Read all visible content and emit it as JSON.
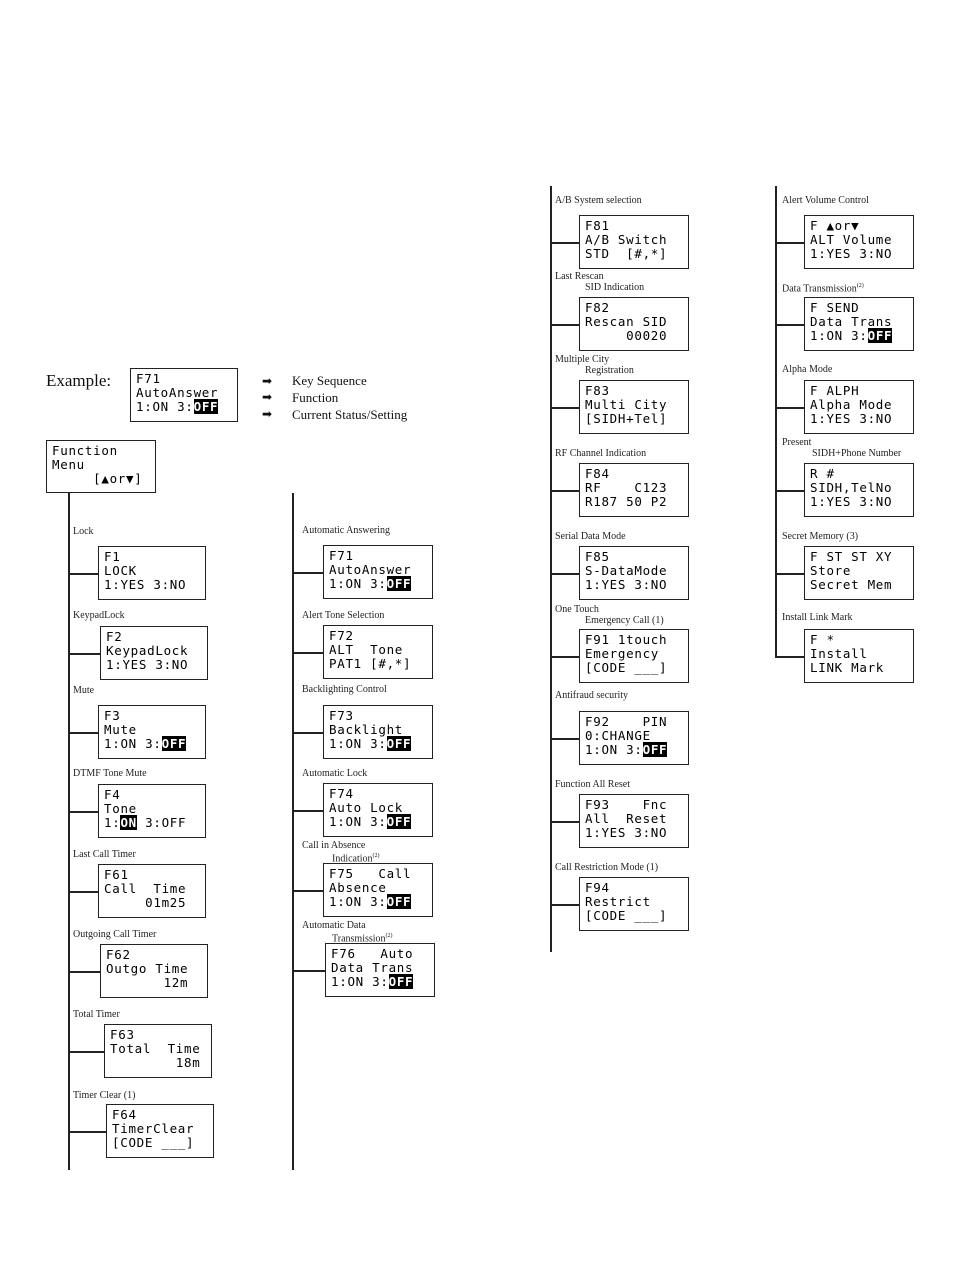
{
  "example": {
    "label": "Example:",
    "display": [
      "F71",
      "AutoAnswer",
      "1:ON 3:"
    ],
    "display_inv": "OFF",
    "legend": [
      "Key Sequence",
      "Function",
      "Current Status/Setting"
    ],
    "arrow": "➡"
  },
  "root": {
    "rows": [
      "Function",
      "Menu",
      "     [▲or▼]"
    ]
  },
  "col1": [
    {
      "label": "Lock",
      "rows": [
        "F1",
        "LOCK",
        "1:YES 3:NO"
      ]
    },
    {
      "label": "KeypadLock",
      "rows": [
        "F2",
        "KeypadLock",
        "1:YES 3:NO"
      ]
    },
    {
      "label": "Mute",
      "rows": [
        "F3",
        "Mute",
        "1:ON 3:"
      ],
      "inv": "OFF"
    },
    {
      "label": "DTMF Tone Mute",
      "rows": [
        "F4",
        "Tone",
        "1:"
      ],
      "inv": "ON",
      "after": " 3:OFF"
    },
    {
      "label": "Last Call Timer",
      "rows": [
        "F61",
        "Call  Time",
        "     01m25"
      ]
    },
    {
      "label": "Outgoing Call Timer",
      "rows": [
        "F62",
        "Outgo Time",
        "       12m"
      ]
    },
    {
      "label": "Total Timer",
      "rows": [
        "F63",
        "Total  Time",
        "        18m"
      ]
    },
    {
      "label": "Timer Clear (1)",
      "rows": [
        "F64",
        "TimerClear",
        "[CODE ___]"
      ]
    }
  ],
  "col2": [
    {
      "label": "Automatic Answering",
      "rows": [
        "F71",
        "AutoAnswer",
        "1:ON 3:"
      ],
      "inv": "OFF"
    },
    {
      "label": "Alert Tone Selection",
      "rows": [
        "F72",
        "ALT  Tone",
        "PAT1 [#,*]"
      ]
    },
    {
      "label": "Backlighting Control",
      "rows": [
        "F73",
        "Backlight",
        "1:ON 3:"
      ],
      "inv": "OFF"
    },
    {
      "label": "Automatic Lock",
      "rows": [
        "F74",
        "Auto Lock",
        "1:ON 3:"
      ],
      "inv": "OFF"
    },
    {
      "label": "Call in Absence",
      "label2": "Indication",
      "sup": "(2)",
      "rows": [
        "F75   Call",
        "Absence",
        "1:ON 3:"
      ],
      "inv": "OFF"
    },
    {
      "label": "Automatic Data",
      "label2": "Transmission",
      "sup": "(2)",
      "rows": [
        "F76   Auto",
        "Data Trans",
        "1:ON 3:"
      ],
      "inv": "OFF"
    }
  ],
  "col3": [
    {
      "label": "A/B System selection",
      "rows": [
        "F81",
        "A/B Switch",
        "STD  [#,*]"
      ]
    },
    {
      "label": "Last Rescan",
      "label2": "SID Indication",
      "rows": [
        "F82",
        "Rescan SID",
        "     00020"
      ]
    },
    {
      "label": "Multiple City",
      "label2": "Registration",
      "rows": [
        "F83",
        "Multi City",
        "[SIDH+Tel]"
      ]
    },
    {
      "label": "RF Channel Indication",
      "rows": [
        "F84",
        "RF    C123",
        "R187 50 P2"
      ]
    },
    {
      "label": "Serial Data Mode",
      "rows": [
        "F85",
        "S-DataMode",
        "1:YES 3:NO"
      ]
    },
    {
      "label": "One Touch",
      "label2": "Emergency Call (1)",
      "rows": [
        "F91 1touch",
        "Emergency",
        "[CODE ___]"
      ]
    },
    {
      "label": "Antifraud security",
      "rows": [
        "F92    PIN",
        "0:CHANGE",
        "1:ON 3:"
      ],
      "inv": "OFF"
    },
    {
      "label": "Function All Reset",
      "rows": [
        "F93    Fnc",
        "All  Reset",
        "1:YES 3:NO"
      ]
    },
    {
      "label": "Call Restriction Mode (1)",
      "rows": [
        "F94",
        "Restrict",
        "[CODE ___]"
      ]
    }
  ],
  "col4": [
    {
      "label": "Alert Volume Control",
      "rows": [
        "F ▲or▼",
        "ALT Volume",
        "1:YES 3:NO"
      ]
    },
    {
      "label": "Data Transmission",
      "sup": "(2)",
      "rows": [
        "F SEND",
        "Data Trans",
        "1:ON 3:"
      ],
      "inv": "OFF"
    },
    {
      "label": "Alpha Mode",
      "rows": [
        "F ALPH",
        "Alpha Mode",
        "1:YES 3:NO"
      ]
    },
    {
      "label": "Present",
      "label2": "SIDH+Phone Number",
      "rows": [
        "R #",
        "SIDH,TelNo",
        "1:YES 3:NO"
      ]
    },
    {
      "label": "Secret Memory (3)",
      "rows": [
        "F ST ST XY",
        "Store",
        "Secret Mem"
      ]
    },
    {
      "label": "Install Link Mark",
      "rows": [
        "F *",
        "Install",
        "LINK Mark"
      ]
    }
  ]
}
